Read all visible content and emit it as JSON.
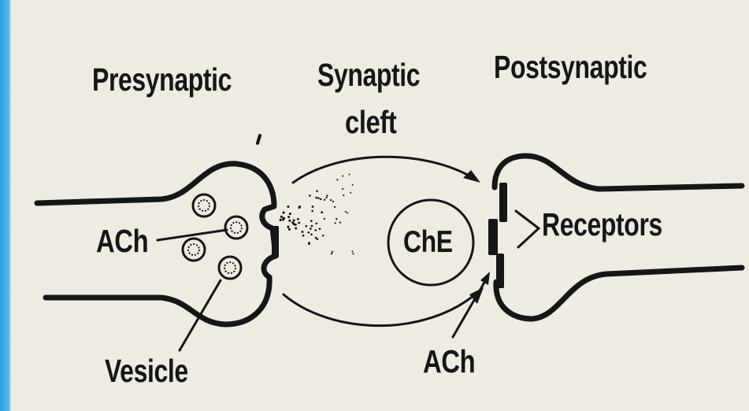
{
  "labels": {
    "presynaptic": "Presynaptic",
    "synaptic_cleft_line1": "Synaptic",
    "synaptic_cleft_line2": "cleft",
    "postsynaptic": "Postsynaptic",
    "ach_left": "ACh",
    "receptors": "Receptors",
    "che": "ChE",
    "vesicle": "Vesicle",
    "ach_bottom": "ACh"
  },
  "colors": {
    "ink": "#161616",
    "paper": "#eeebe3",
    "border_accent": "#27a3df"
  }
}
